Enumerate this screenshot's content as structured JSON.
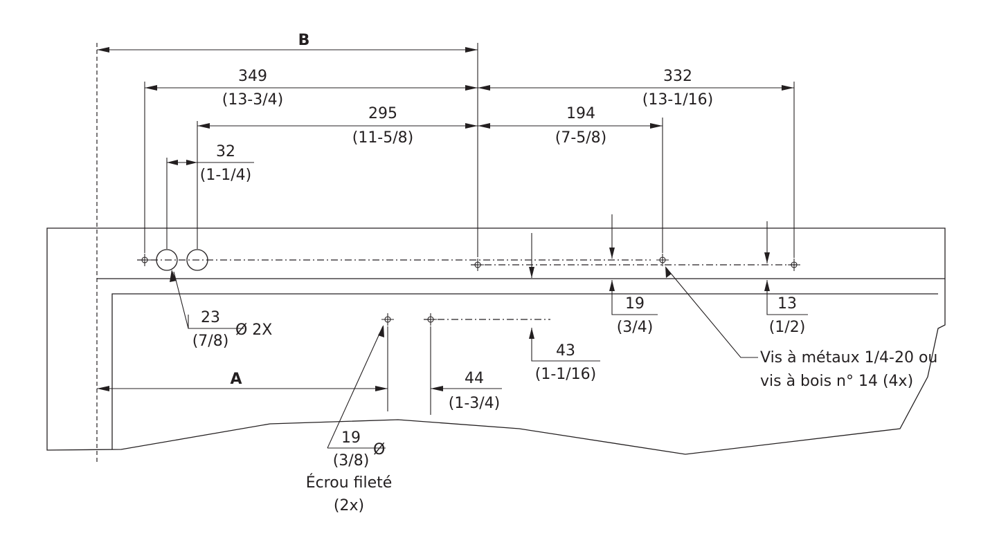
{
  "labels": {
    "B": "B",
    "A": "A",
    "d349": "349",
    "d349_in": "(13-3/4)",
    "d332": "332",
    "d332_in": "(13-1/16)",
    "d295": "295",
    "d295_in": "(11-5/8)",
    "d194": "194",
    "d194_in": "(7-5/8)",
    "d32": "32",
    "d32_in": "(1-1/4)",
    "d23": "23",
    "d23_in": "(7/8)",
    "d23_suffix": "Ø 2X",
    "d19a": "19",
    "d19a_in": "(3/4)",
    "d13": "13",
    "d13_in": "(1/2)",
    "d43": "43",
    "d43_in": "(1-1/16)",
    "d44": "44",
    "d44_in": "(1-3/4)",
    "d19b": "19",
    "d19b_in": "(3/8)",
    "d19b_suffix": "Ø",
    "nut_label": "Écrou fileté",
    "nut_count": "(2x)",
    "screw_line1": "Vis à métaux 1/4-20 ou",
    "screw_line2": "vis à bois n° 14 (4x)"
  }
}
